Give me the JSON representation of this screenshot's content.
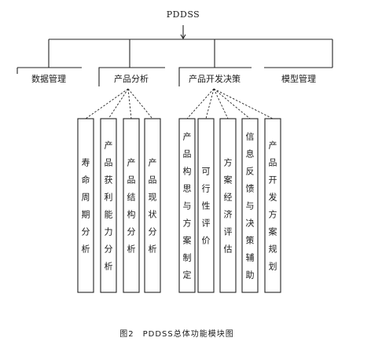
{
  "root": "PDDSS",
  "branches": [
    {
      "id": "data",
      "label": "数据管理",
      "boxed": false,
      "children": []
    },
    {
      "id": "analysis",
      "label": "产品分析",
      "boxed": true,
      "children": [
        "寿命周期分析",
        "产品获利能力分析",
        "产品结构分析",
        "产品现状分析"
      ]
    },
    {
      "id": "decision",
      "label": "产品开发决策",
      "boxed": true,
      "children": [
        "产品构思与方案制定",
        "可行性评价",
        "方案经济评估",
        "信息反馈与决策辅助",
        "产品开发方案规划"
      ]
    },
    {
      "id": "model",
      "label": "模型管理",
      "boxed": false,
      "children": []
    }
  ],
  "caption": "图2　PDDSS总体功能模块图",
  "colors": {
    "line": "#222222",
    "text": "#1a1a1a",
    "background": "#ffffff"
  }
}
